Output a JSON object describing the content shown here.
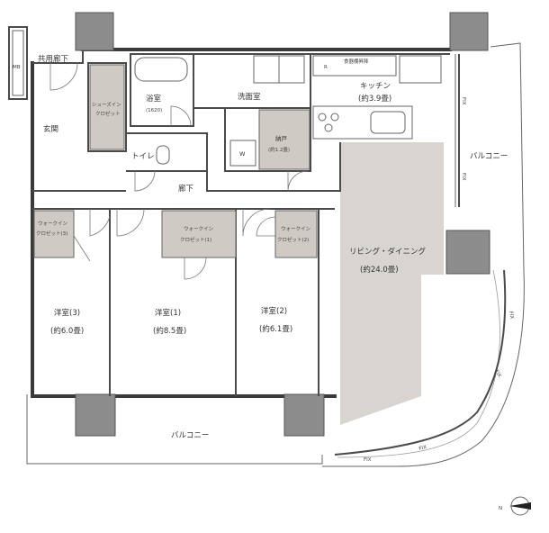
{
  "rooms": {
    "kyoyo_roka": "共用廊下",
    "mb": "MB",
    "genkan": "玄関",
    "shoes_closet": [
      "シューズイン",
      "クロゼット"
    ],
    "yokushitsu": "浴室",
    "yokushitsu_size": "(1620)",
    "senmenshitsu": "洗面室",
    "toilet": "トイレ",
    "nando": "納戸",
    "nando_size": "(約1.2畳)",
    "w": "W",
    "kitchen": "キッチン",
    "kitchen_size": "(約3.9畳)",
    "r": "R",
    "shokki": "食器棚昇降",
    "roka": "廊下",
    "wic3": [
      "ウォークイン",
      "クロゼット(3)"
    ],
    "wic1": [
      "ウォークイン",
      "クロゼット(1)"
    ],
    "wic2": [
      "ウォークイン",
      "クロゼット(2)"
    ],
    "ldk": "リビング・ダイニング",
    "ldk_size": "(約24.0畳)",
    "yoshitsu3": "洋室(3)",
    "yoshitsu3_size": "(約6.0畳)",
    "yoshitsu1": "洋室(1)",
    "yoshitsu1_size": "(約8.5畳)",
    "yoshitsu2": "洋室(2)",
    "yoshitsu2_size": "(約6.1畳)",
    "balcony_right": "バルコニー",
    "balcony_bottom": "バルコニー"
  },
  "fix": "FIX",
  "compass": "N"
}
